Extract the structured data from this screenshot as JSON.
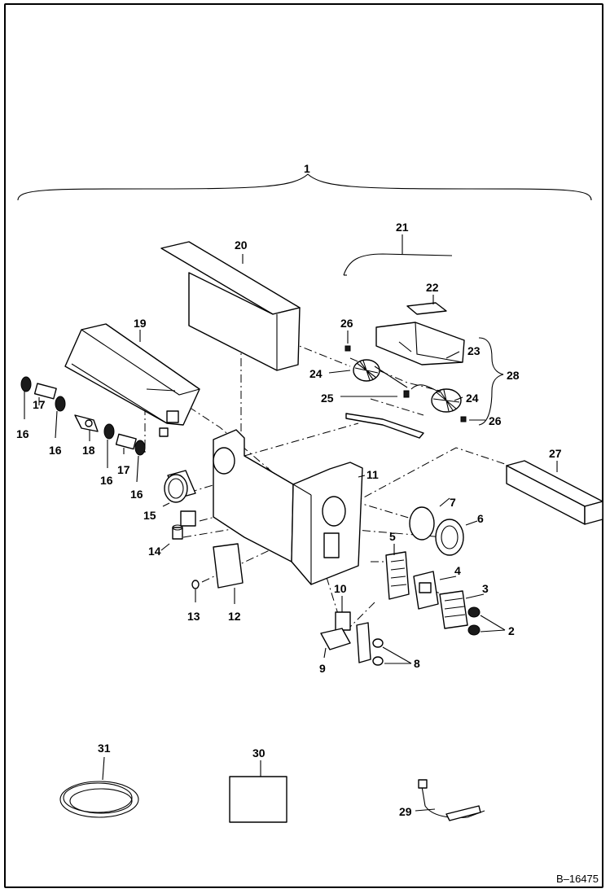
{
  "diagram": {
    "figure_id": "B–16475",
    "assembly_number": "1",
    "parts": [
      {
        "number": "2"
      },
      {
        "number": "3"
      },
      {
        "number": "4"
      },
      {
        "number": "5"
      },
      {
        "number": "6"
      },
      {
        "number": "7"
      },
      {
        "number": "8"
      },
      {
        "number": "9"
      },
      {
        "number": "10"
      },
      {
        "number": "11"
      },
      {
        "number": "12"
      },
      {
        "number": "13"
      },
      {
        "number": "14"
      },
      {
        "number": "15"
      },
      {
        "number": "16"
      },
      {
        "number": "17"
      },
      {
        "number": "18"
      },
      {
        "number": "19"
      },
      {
        "number": "20"
      },
      {
        "number": "21"
      },
      {
        "number": "22"
      },
      {
        "number": "23"
      },
      {
        "number": "24"
      },
      {
        "number": "25"
      },
      {
        "number": "26"
      },
      {
        "number": "27"
      },
      {
        "number": "28"
      },
      {
        "number": "29"
      },
      {
        "number": "30"
      },
      {
        "number": "31"
      }
    ]
  }
}
